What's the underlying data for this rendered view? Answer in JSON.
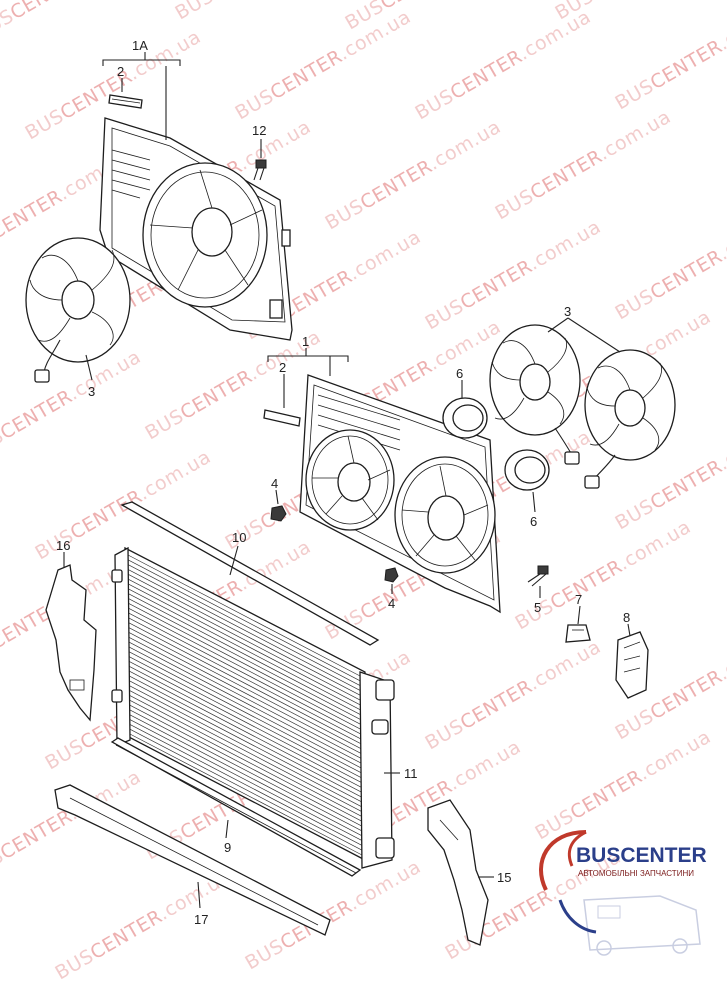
{
  "watermark": {
    "text_prefix": "BUS",
    "text_highlight": "CENTER",
    "text_suffix": ".com.ua"
  },
  "brand": {
    "name": "BUSCENTER",
    "tagline": "АВТОМОБІЛЬНІ ЗАПЧАСТИНИ",
    "color": "#2b3f8a",
    "accent": "#c0392b"
  },
  "callouts": {
    "c1A": "1A",
    "c2_top": "2",
    "c12": "12",
    "c3_left": "3",
    "c1": "1",
    "c2_mid": "2",
    "c6_top": "6",
    "c3_right": "3",
    "c4_top": "4",
    "c6_bottom": "6",
    "c10": "10",
    "c16": "16",
    "c4_bottom": "4",
    "c5": "5",
    "c7": "7",
    "c8": "8",
    "c11": "11",
    "c9": "9",
    "c15": "15",
    "c17": "17"
  }
}
